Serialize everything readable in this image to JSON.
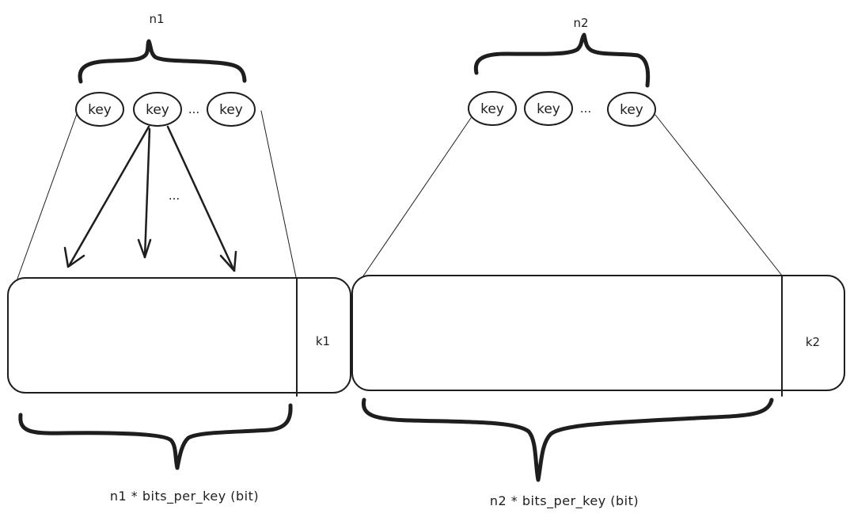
{
  "left": {
    "count_label": "n1",
    "keys": [
      "key",
      "key",
      "key"
    ],
    "ellipsis": "...",
    "arrow_ellipsis": "...",
    "hash_count_label": "k1",
    "size_label": "n1 * bits_per_key (bit)"
  },
  "right": {
    "count_label": "n2",
    "keys": [
      "key",
      "key",
      "key"
    ],
    "ellipsis": "...",
    "hash_count_label": "k2",
    "size_label": "n2 * bits_per_key (bit)"
  }
}
